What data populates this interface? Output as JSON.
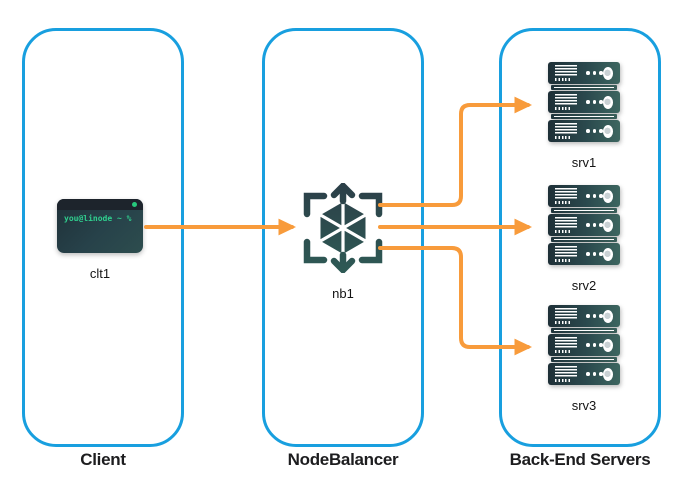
{
  "diagram": {
    "title_groups": [
      {
        "id": "client",
        "label": "Client"
      },
      {
        "id": "nodebalancer",
        "label": "NodeBalancer"
      },
      {
        "id": "backend",
        "label": "Back-End Servers"
      }
    ],
    "client_node": {
      "id": "clt1",
      "label": "clt1",
      "icon": "terminal-icon",
      "prompt": "you@linode ~ %"
    },
    "nodebalancer_node": {
      "id": "nb1",
      "label": "nb1",
      "icon": "nodebalancer-icon"
    },
    "servers": [
      {
        "id": "srv1",
        "label": "srv1",
        "icon": "server-rack-icon"
      },
      {
        "id": "srv2",
        "label": "srv2",
        "icon": "server-rack-icon"
      },
      {
        "id": "srv3",
        "label": "srv3",
        "icon": "server-rack-icon"
      }
    ],
    "edges": [
      {
        "from": "clt1",
        "to": "nb1"
      },
      {
        "from": "nb1",
        "to": "srv1"
      },
      {
        "from": "nb1",
        "to": "srv2"
      },
      {
        "from": "nb1",
        "to": "srv3"
      }
    ],
    "colors": {
      "container_border": "#189FDF",
      "arrow": "#F89B3B",
      "icon_dark": "#2C3F48",
      "icon_teal": "#2E5A55",
      "terminal_green": "#2FCF8E",
      "label_text": "#1D1D1F"
    }
  }
}
